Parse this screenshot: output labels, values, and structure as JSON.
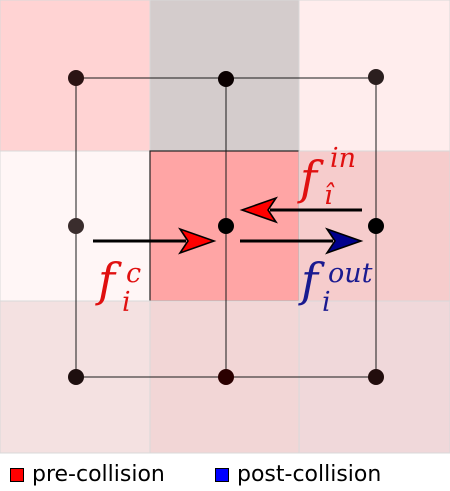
{
  "diagram": {
    "cells": [
      {
        "id": "cell-top-left",
        "fill": "#ffd3d3"
      },
      {
        "id": "cell-top-middle",
        "fill": "#d4cccc"
      },
      {
        "id": "cell-top-right",
        "fill": "#ffeded"
      },
      {
        "id": "cell-middle-left",
        "fill": "#fff6f6"
      },
      {
        "id": "cell-center",
        "fill": "#ffa5a5"
      },
      {
        "id": "cell-middle-right",
        "fill": "#f6cccc"
      },
      {
        "id": "cell-bottom-left",
        "fill": "#f4e1e1"
      },
      {
        "id": "cell-bottom-middle",
        "fill": "#f2d6d6"
      },
      {
        "id": "cell-bottom-right",
        "fill": "#f0d8da"
      }
    ],
    "labels": {
      "f_in": {
        "base": "f",
        "sup": "in",
        "sub": "î"
      },
      "f_c": {
        "base": "f",
        "sup": "c",
        "sub": "i"
      },
      "f_out": {
        "base": "f",
        "sup": "out",
        "sub": "i"
      }
    },
    "colors": {
      "pre": "#ff0000",
      "pre_text": "#e01010",
      "post": "#00008c",
      "post_text": "#1a1a90"
    }
  },
  "legend": {
    "pre_label": "pre-collision",
    "post_label": "post-collision",
    "pre_color": "#ff0000",
    "post_color": "#0000ff"
  }
}
